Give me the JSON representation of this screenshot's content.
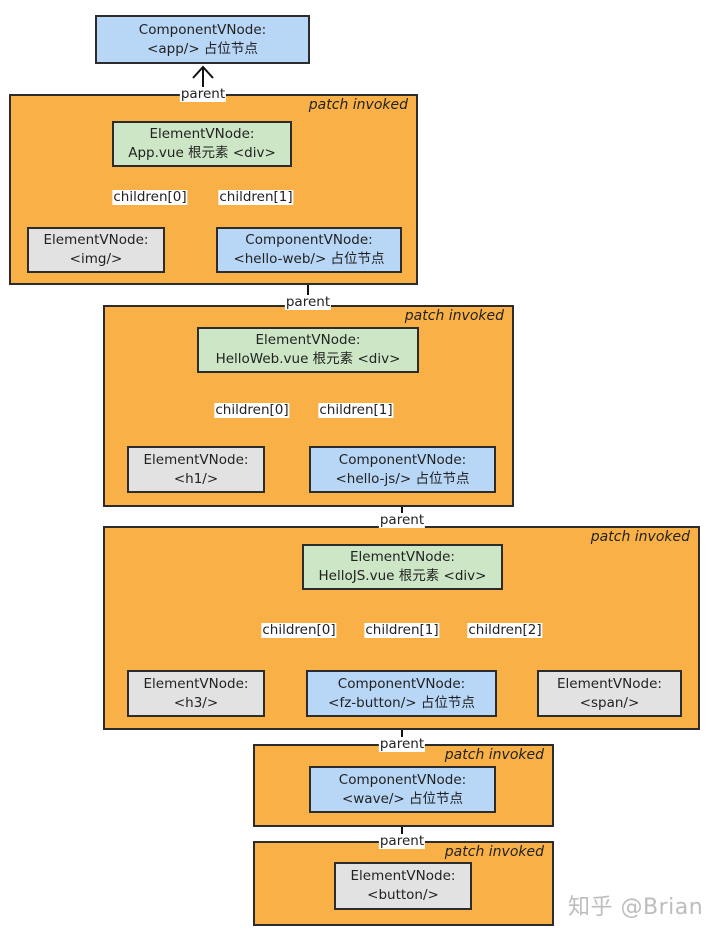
{
  "top_node": {
    "line1": "ComponentVNode:",
    "line2": "<app/> 占位节点"
  },
  "panels": [
    {
      "label": "patch invoked",
      "parent_label": "parent",
      "root": {
        "line1": "ElementVNode:",
        "line2": "App.vue 根元素 <div>"
      },
      "children_labels": [
        "children[0]",
        "children[1]"
      ],
      "children": [
        {
          "line1": "ElementVNode:",
          "line2": "<img/>"
        },
        {
          "line1": "ComponentVNode:",
          "line2": "<hello-web/> 占位节点"
        }
      ]
    },
    {
      "label": "patch invoked",
      "parent_label": "parent",
      "root": {
        "line1": "ElementVNode:",
        "line2": "HelloWeb.vue 根元素 <div>"
      },
      "children_labels": [
        "children[0]",
        "children[1]"
      ],
      "children": [
        {
          "line1": "ElementVNode:",
          "line2": "<h1/>"
        },
        {
          "line1": "ComponentVNode:",
          "line2": "<hello-js/> 占位节点"
        }
      ]
    },
    {
      "label": "patch invoked",
      "parent_label": "parent",
      "root": {
        "line1": "ElementVNode:",
        "line2": "HelloJS.vue 根元素 <div>"
      },
      "children_labels": [
        "children[0]",
        "children[1]",
        "children[2]"
      ],
      "children": [
        {
          "line1": "ElementVNode:",
          "line2": "<h3/>"
        },
        {
          "line1": "ComponentVNode:",
          "line2": "<fz-button/> 占位节点"
        },
        {
          "line1": "ElementVNode:",
          "line2": "<span/>"
        }
      ]
    },
    {
      "label": "patch invoked",
      "parent_label": "parent",
      "root": {
        "line1": "ComponentVNode:",
        "line2": "<wave/> 占位节点"
      }
    },
    {
      "label": "patch invoked",
      "parent_label": "parent",
      "root": {
        "line1": "ElementVNode:",
        "line2": "<button/>"
      }
    }
  ],
  "watermark": "知乎 @Brian",
  "colors": {
    "panel": "#f9b046",
    "component_node": "#b8d6f6",
    "element_root_node": "#cce6c6",
    "element_leaf_node": "#e2e2e2",
    "border": "#2c2c2c"
  }
}
